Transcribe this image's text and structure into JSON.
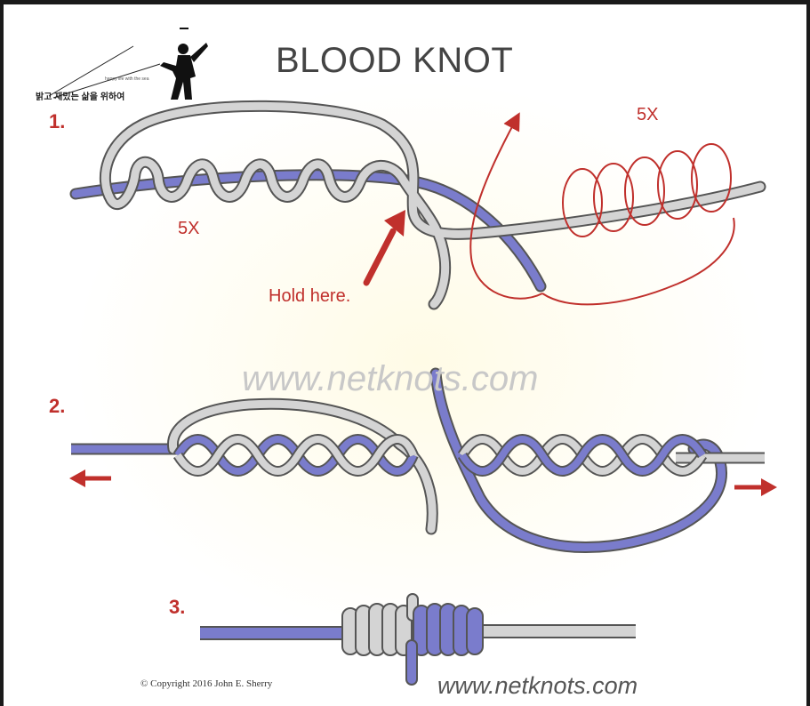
{
  "title": "BLOOD KNOT",
  "steps": [
    "1.",
    "2.",
    "3."
  ],
  "labels": {
    "wraps_left": "5X",
    "wraps_right": "5X",
    "hold_here": "Hold here."
  },
  "watermark": "www.netknots.com",
  "footer_url": "www.netknots.com",
  "copyright": "© Copyright 2016 John E. Sherry",
  "logo": {
    "caption": "밝고 재밌는 삶을 위하여",
    "tagline": "happy life with the sea"
  },
  "colors": {
    "blue_line": "#7a7ccc",
    "grey_line": "#d4d4d4",
    "outline": "#555555",
    "red": "#c0302c"
  }
}
